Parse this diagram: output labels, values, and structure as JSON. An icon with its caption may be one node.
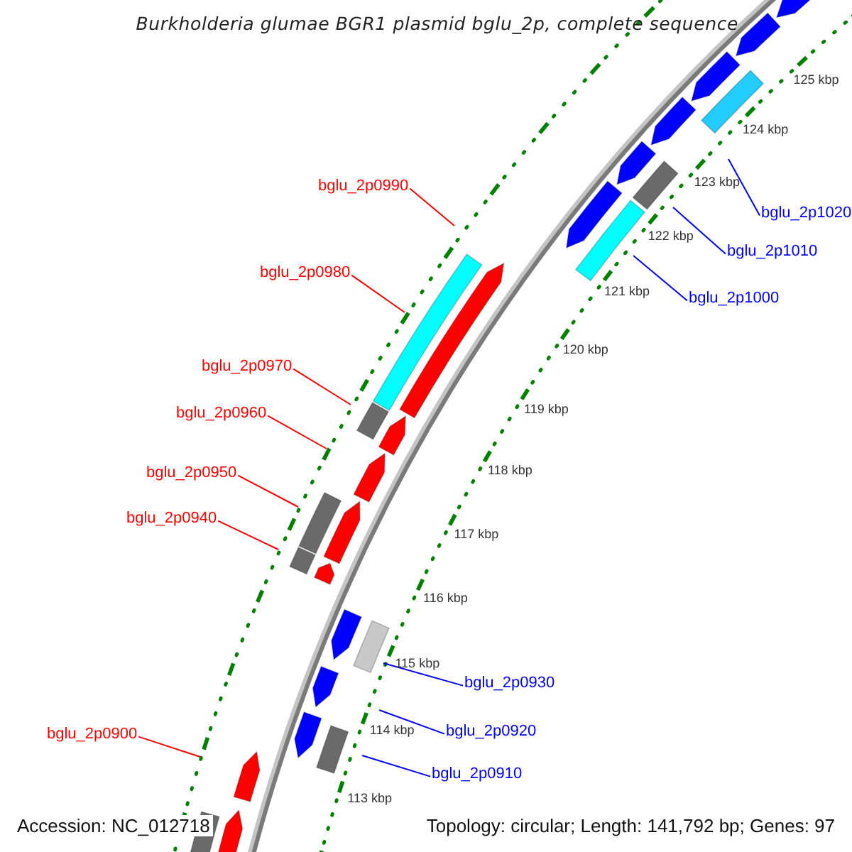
{
  "diagram": {
    "title": "Burkholderia glumae BGR1 plasmid bglu_2p, complete sequence",
    "nodes": [
      {
        "text": [
          "bglu_2p0990"
        ]
      },
      {
        "text": [
          "bglu_2p1020"
        ]
      },
      {
        "text": [
          "bglu_2p1010"
        ]
      },
      {
        "text": [
          "bglu_2p0980"
        ]
      },
      {
        "text": [
          "bglu_2p1000"
        ]
      },
      {
        "text": [
          "bglu_2p0970"
        ]
      },
      {
        "text": [
          "bglu_2p0960"
        ]
      },
      {
        "text": [
          "bglu_2p0950"
        ]
      },
      {
        "text": [
          "bglu_2p0940"
        ]
      },
      {
        "text": [
          "bglu_2p0930"
        ]
      },
      {
        "text": [
          "bglu_2p0920"
        ]
      },
      {
        "text": [
          "bglu_2p0900"
        ]
      },
      {
        "text": [
          "bglu_2p0910"
        ]
      }
    ],
    "edges": [
      {
        "from": 0,
        "to": null,
        "arrow": "none"
      },
      {
        "from": 1,
        "to": null,
        "arrow": "none",
        "color": "#0000ff"
      },
      {
        "from": 2,
        "to": null,
        "arrow": "none",
        "color": "#0000ff"
      },
      {
        "from": 3,
        "to": null,
        "arrow": "none"
      },
      {
        "from": 4,
        "to": null,
        "arrow": "none",
        "color": "#0000ff"
      },
      {
        "from": 5,
        "to": null,
        "arrow": "none"
      },
      {
        "from": 6,
        "to": null,
        "arrow": "none"
      },
      {
        "from": 7,
        "to": null,
        "arrow": "none"
      },
      {
        "from": 8,
        "to": null,
        "arrow": "none"
      },
      {
        "from": 9,
        "to": null,
        "arrow": "none",
        "color": "#0000ff"
      },
      {
        "from": 10,
        "to": null,
        "arrow": "none",
        "color": "#0000ff"
      },
      {
        "from": 11,
        "to": null,
        "arrow": "none"
      },
      {
        "from": 12,
        "to": null,
        "arrow": "none",
        "color": "#0000ff"
      }
    ],
    "labels": [
      "125 kbp",
      "124 kbp",
      "123 kbp",
      "122 kbp",
      "121 kbp",
      "120 kbp",
      "119 kbp",
      "118 kbp",
      "117 kbp",
      "116 kbp",
      "115 kbp",
      "114 kbp",
      "113 kbp",
      "Accession: NC_012718",
      "Topology: circular; Length: 141,792 bp; Genes: 97"
    ]
  }
}
